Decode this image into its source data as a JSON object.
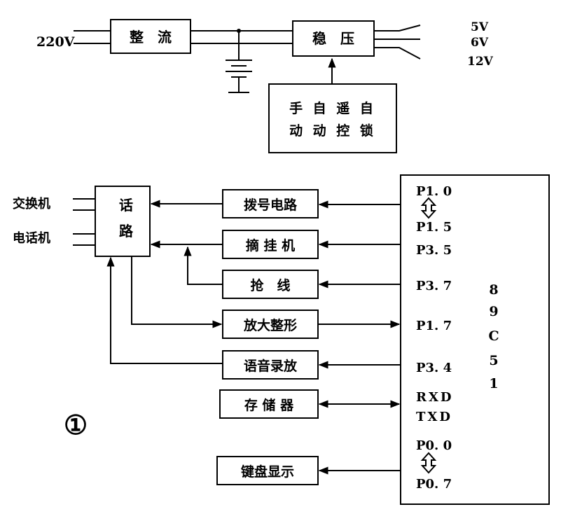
{
  "power": {
    "input_label": "220V",
    "rectifier": "整　流",
    "regulator": "稳　压",
    "outputs": [
      "5V",
      "6V",
      "12V"
    ],
    "control_line1": "手 自 遥 自",
    "control_line2": "动 动 控 锁"
  },
  "left": {
    "exchange": "交换机",
    "phone": "电话机",
    "hub_line1": "话",
    "hub_line2": "路"
  },
  "modules": {
    "dial": "拨号电路",
    "hook": "摘 挂 机",
    "grab": "抢　线",
    "amp": "放大整形",
    "voice": "语音录放",
    "storage": "存 储 器",
    "keypad": "键盘显示"
  },
  "mcu": {
    "name_chars": [
      "8",
      "9",
      "C",
      "5",
      "1"
    ],
    "ports": {
      "p10": "P1. 0",
      "p15": "P1. 5",
      "p35": "P3. 5",
      "p37": "P3. 7",
      "p17": "P1. 7",
      "p34": "P3. 4",
      "rxd": "RXD",
      "txd": "TXD",
      "p00": "P0. 0",
      "p07": "P0. 7"
    }
  },
  "figure_number": "①"
}
